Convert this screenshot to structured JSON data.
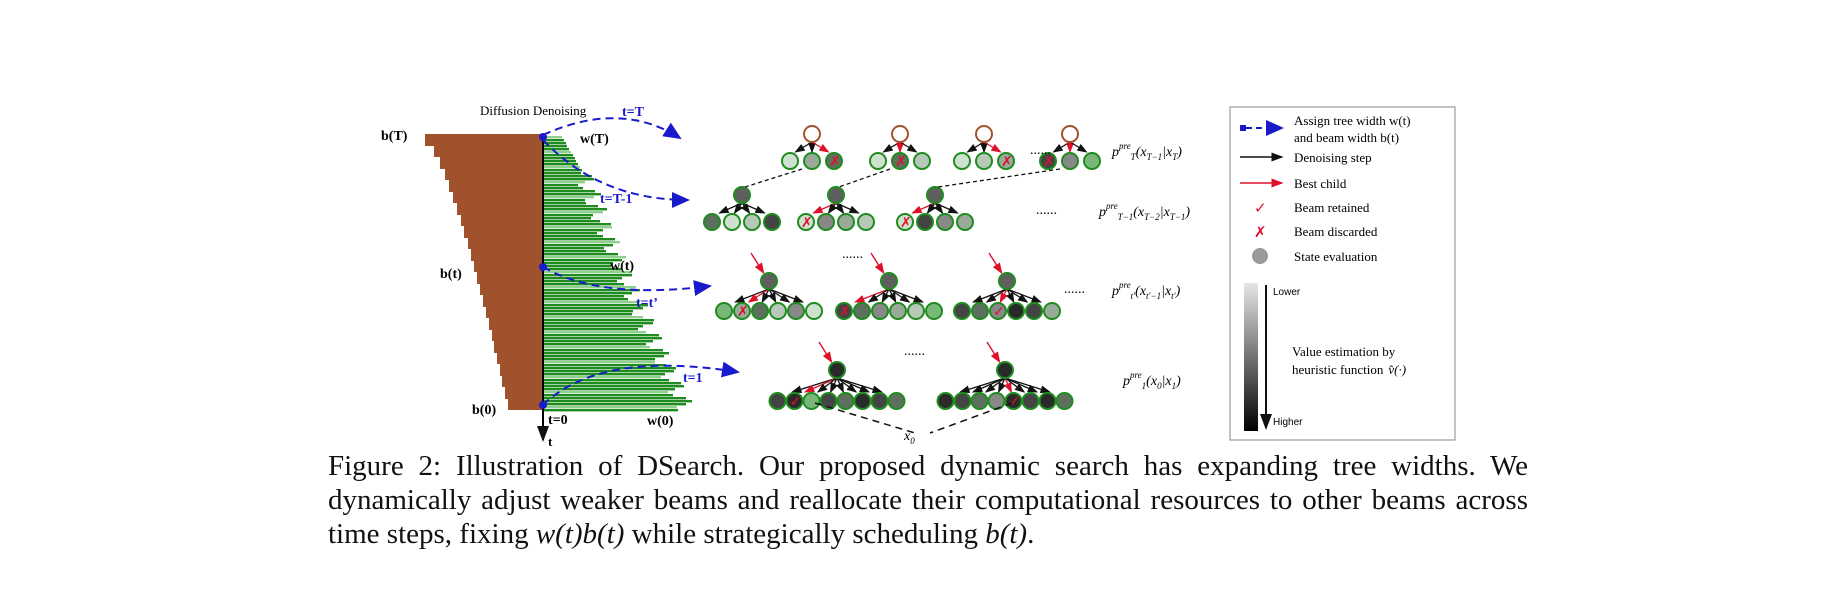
{
  "diagram": {
    "header": "Diffusion Denoising",
    "labels": {
      "bT": "b(T)",
      "bt": "b(t)",
      "b0": "b(0)",
      "wT": "w(T)",
      "wt": "w(t)",
      "w0": "w(0)",
      "tT": "t=T",
      "tT1": "t=T-1",
      "tprime": "t=t’",
      "t1": "t=1",
      "t0": "t=0",
      "taxis": "t",
      "x0": "x",
      "dots": "......"
    },
    "probs": [
      {
        "base": "p",
        "sup": "pre",
        "sub": "T",
        "arg": "(x",
        "argsub": "T−1",
        "mid": "|x",
        "midsub": "T",
        "end": ")"
      },
      {
        "base": "p",
        "sup": "pre",
        "sub": "T−1",
        "arg": "(x",
        "argsub": "T−2",
        "mid": "|x",
        "midsub": "T−1",
        "end": ")"
      },
      {
        "base": "p",
        "sup": "pre",
        "sub": "t′",
        "arg": "(x",
        "argsub": "t′−1",
        "mid": "|x",
        "midsub": "t′",
        "end": ")"
      },
      {
        "base": "p",
        "sup": "pre",
        "sub": "1",
        "arg": "(x",
        "argsub": "0",
        "mid": "|x",
        "midsub": "1",
        "end": ")"
      }
    ]
  },
  "legend": {
    "assign_line1": "Assign tree width w(t)",
    "assign_line2": "and beam width b(t)",
    "denoising": "Denoising step",
    "best_child": "Best child",
    "retained": "Beam retained",
    "discarded": "Beam discarded",
    "state_eval": "State evaluation",
    "lower": "Lower",
    "higher": "Higher",
    "value_line1": "Value estimation by",
    "value_line2": "heuristic function",
    "value_fn": "v̂(·)"
  },
  "caption": {
    "part1": "Figure 2: Illustration of DSearch. Our proposed dynamic search has expanding tree widths. We dynamically adjust weaker beams and reallocate their computational resources to other beams across time steps, fixing ",
    "math1": "w(t)b(t)",
    "part2": " while strategically scheduling ",
    "math2": "b(t)",
    "part3": "."
  },
  "colors": {
    "brown": "#a0522d",
    "green": "#1e8c1e",
    "blue": "#1a1acd",
    "red": "#e0102a"
  }
}
